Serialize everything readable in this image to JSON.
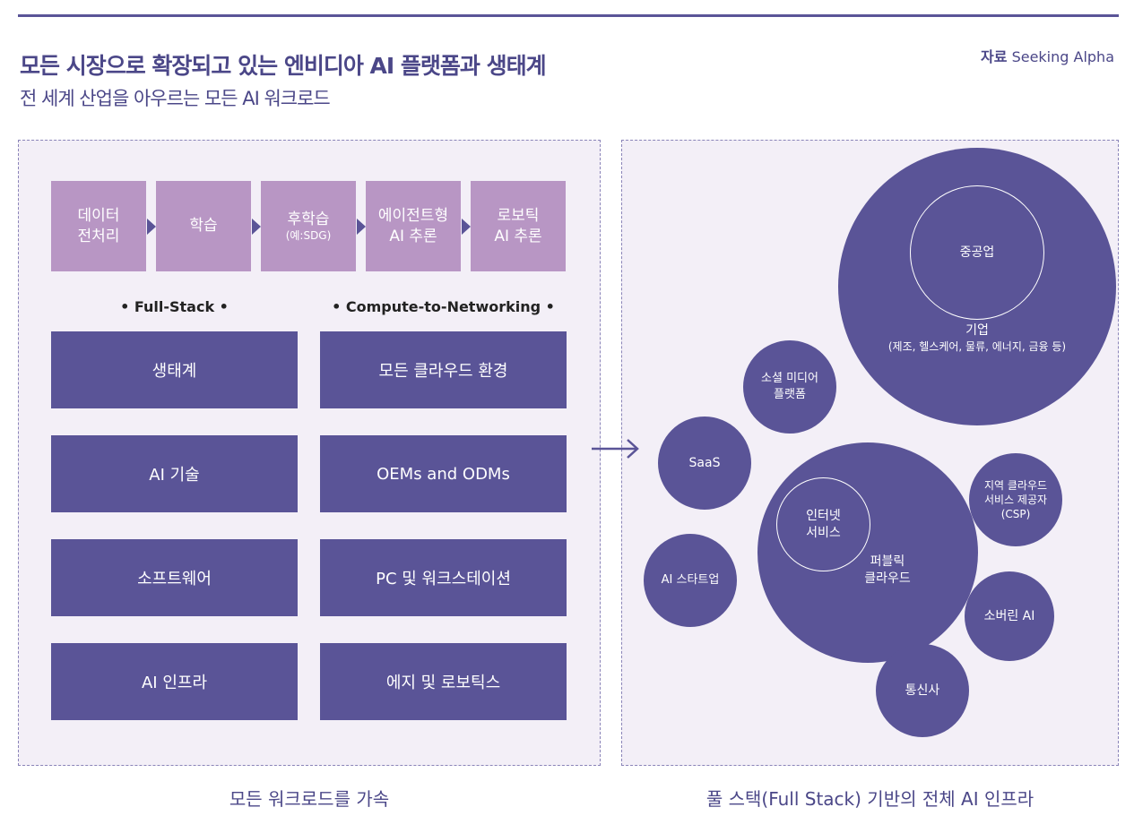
{
  "header": {
    "title": "모든 시장으로 확장되고 있는 엔비디아 AI 플랫폼과 생태계",
    "subtitle": "전 세계 산업을 아우르는 모든 AI 워크로드",
    "source_label": "자료",
    "source_name": "Seeking Alpha"
  },
  "pipeline": [
    {
      "line1": "데이터",
      "line2": "전처리"
    },
    {
      "line1": "학습",
      "line2": ""
    },
    {
      "line1": "후학습",
      "line2": "(예:SDG)"
    },
    {
      "line1": "에이전트형",
      "line2": "AI 추론"
    },
    {
      "line1": "로보틱",
      "line2": "AI 추론"
    }
  ],
  "columns": {
    "left": {
      "heading": "• Full-Stack •",
      "items": [
        "생태계",
        "AI 기술",
        "소프트웨어",
        "AI 인프라"
      ]
    },
    "right": {
      "heading": "• Compute-to-Networking •",
      "items": [
        "모든 클라우드 환경",
        "OEMs and ODMs",
        "PC 및 워크스테이션",
        "에지 및 로보틱스"
      ]
    }
  },
  "bubbles": {
    "enterprise": {
      "inner": "중공업",
      "line1": "기업",
      "line2": "(제조, 헬스케어, 물류, 에너지, 금융 등)"
    },
    "social": {
      "line1": "소셜 미디어",
      "line2": "플랫폼"
    },
    "saas": {
      "line1": "SaaS"
    },
    "public_cloud": {
      "inner1": "인터넷",
      "inner2": "서비스",
      "line1": "퍼블릭",
      "line2": "클라우드"
    },
    "startup": {
      "line1": "AI 스타트업"
    },
    "regional_csp": {
      "line1": "지역 클라우드",
      "line2": "서비스 제공자",
      "line3": "(CSP)"
    },
    "sovereign": {
      "line1": "소버린 AI"
    },
    "telecom": {
      "line1": "통신사"
    }
  },
  "captions": {
    "left": "모든 워크로드를 가속",
    "right": "풀 스택(Full Stack) 기반의 전체 AI 인프라"
  },
  "colors": {
    "primary": "#5a5497",
    "step": "#b896c4",
    "panel": "#f3eff7"
  }
}
